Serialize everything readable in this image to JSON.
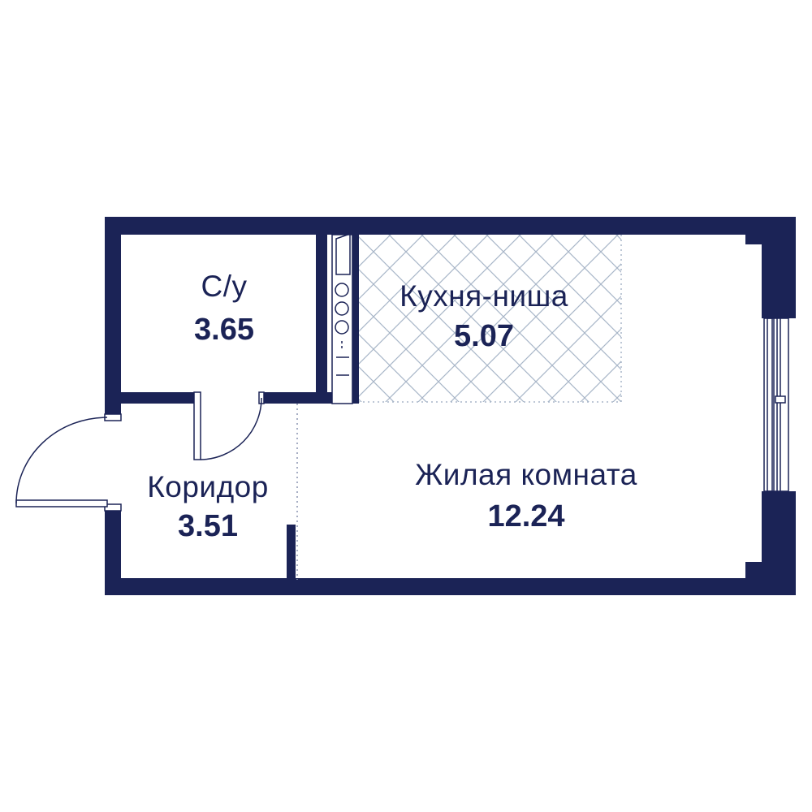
{
  "colors": {
    "wall": "#1b2356",
    "text": "#1b2356",
    "kitchen_hatch": "#a8b6c8",
    "background": "#ffffff"
  },
  "rooms": {
    "bathroom": {
      "name": "С/у",
      "area": "3.65"
    },
    "kitchen": {
      "name": "Кухня-ниша",
      "area": "5.07"
    },
    "corridor": {
      "name": "Коридор",
      "area": "3.51"
    },
    "living": {
      "name": "Жилая комната",
      "area": "12.24"
    }
  }
}
